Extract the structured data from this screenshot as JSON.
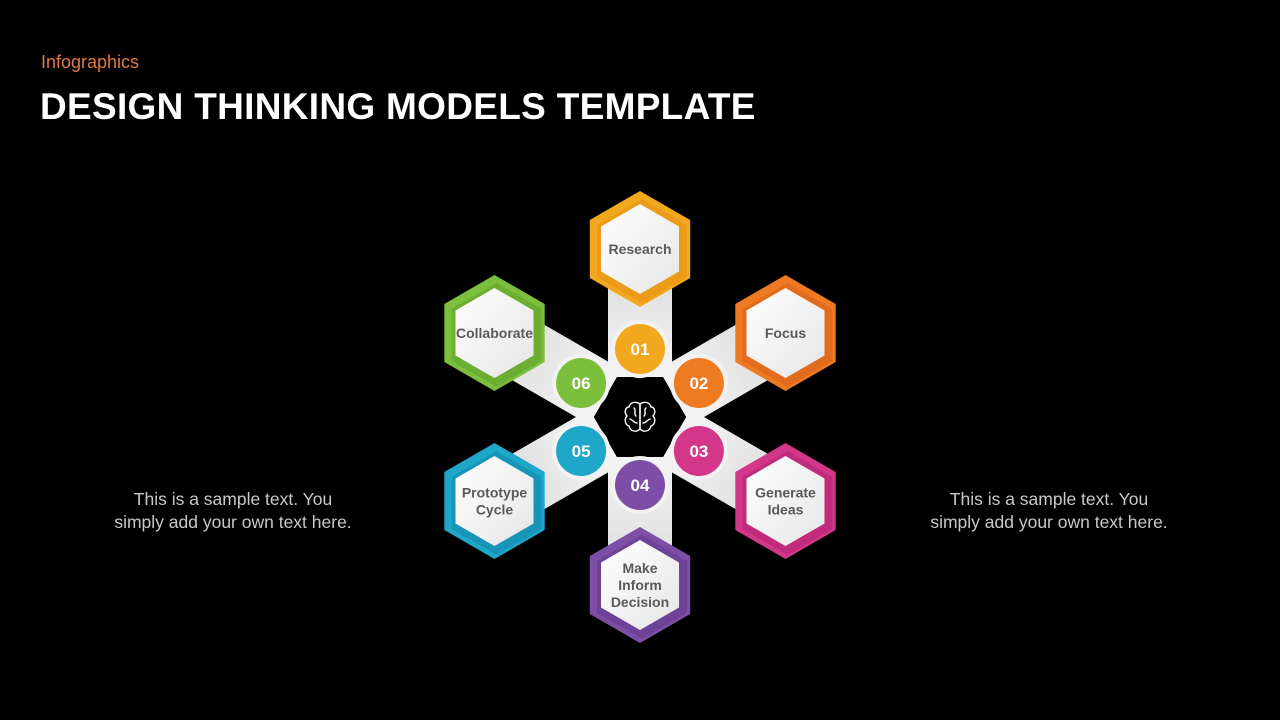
{
  "header": {
    "eyebrow": "Infographics",
    "title": "DESIGN THINKING MODELS TEMPLATE"
  },
  "side_text": {
    "left": "This is a sample text. You simply add your own text here.",
    "right": "This is a sample text. You simply add your own text here."
  },
  "center_icon": "brain-icon",
  "steps": [
    {
      "number": "01",
      "label": [
        "Research"
      ],
      "color": "#f2a81e",
      "color_dark": "#e58f12"
    },
    {
      "number": "02",
      "label": [
        "Focus"
      ],
      "color": "#ee7a22",
      "color_dark": "#d9611a"
    },
    {
      "number": "03",
      "label": [
        "Generate",
        "Ideas"
      ],
      "color": "#d2378a",
      "color_dark": "#b02470"
    },
    {
      "number": "04",
      "label": [
        "Make",
        "Inform",
        "Decision"
      ],
      "color": "#7d4ea6",
      "color_dark": "#623888"
    },
    {
      "number": "05",
      "label": [
        "Prototype",
        "Cycle"
      ],
      "color": "#1fa7c9",
      "color_dark": "#1285a8"
    },
    {
      "number": "06",
      "label": [
        "Collaborate"
      ],
      "color": "#7cbf3c",
      "color_dark": "#5fa02a"
    }
  ]
}
